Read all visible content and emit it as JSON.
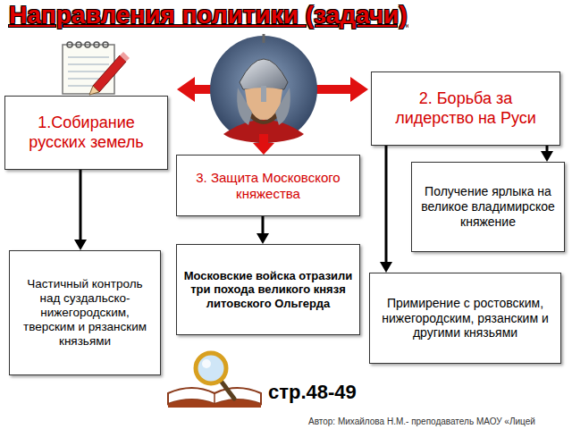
{
  "diagram": {
    "title": "Направления политики (задачи)",
    "nodes": [
      {
        "text": [
          "1.Собирание русских земель"
        ]
      },
      {
        "text": [
          "2. Борьба за лидерство на Руси"
        ]
      },
      {
        "text": [
          "3. Защита Московского княжества"
        ]
      },
      {
        "text": [
          "Получение ярлыка на великое владимирское княжение"
        ]
      },
      {
        "text": [
          "Московские войска отразили три похода великого князя литовского Ольгерда"
        ]
      },
      {
        "text": [
          "Частичный контроль над суздальско-нижегородским, тверским и рязанским князьями"
        ]
      },
      {
        "text": [
          "Примирение с ростовским, нижегородским, рязанским и другими князьями"
        ]
      }
    ],
    "edges": [
      {
        "from": 0,
        "to": 5,
        "arrow": "to"
      },
      {
        "from": 2,
        "to": 4,
        "arrow": "to"
      },
      {
        "from": 1,
        "to": 3,
        "arrow": "to"
      },
      {
        "from": 1,
        "to": 6,
        "arrow": "to"
      }
    ],
    "labels": [
      "стр.48-49",
      "Автор: Михайлова Н.М.- преподаватель МАОУ «Лицей"
    ]
  }
}
